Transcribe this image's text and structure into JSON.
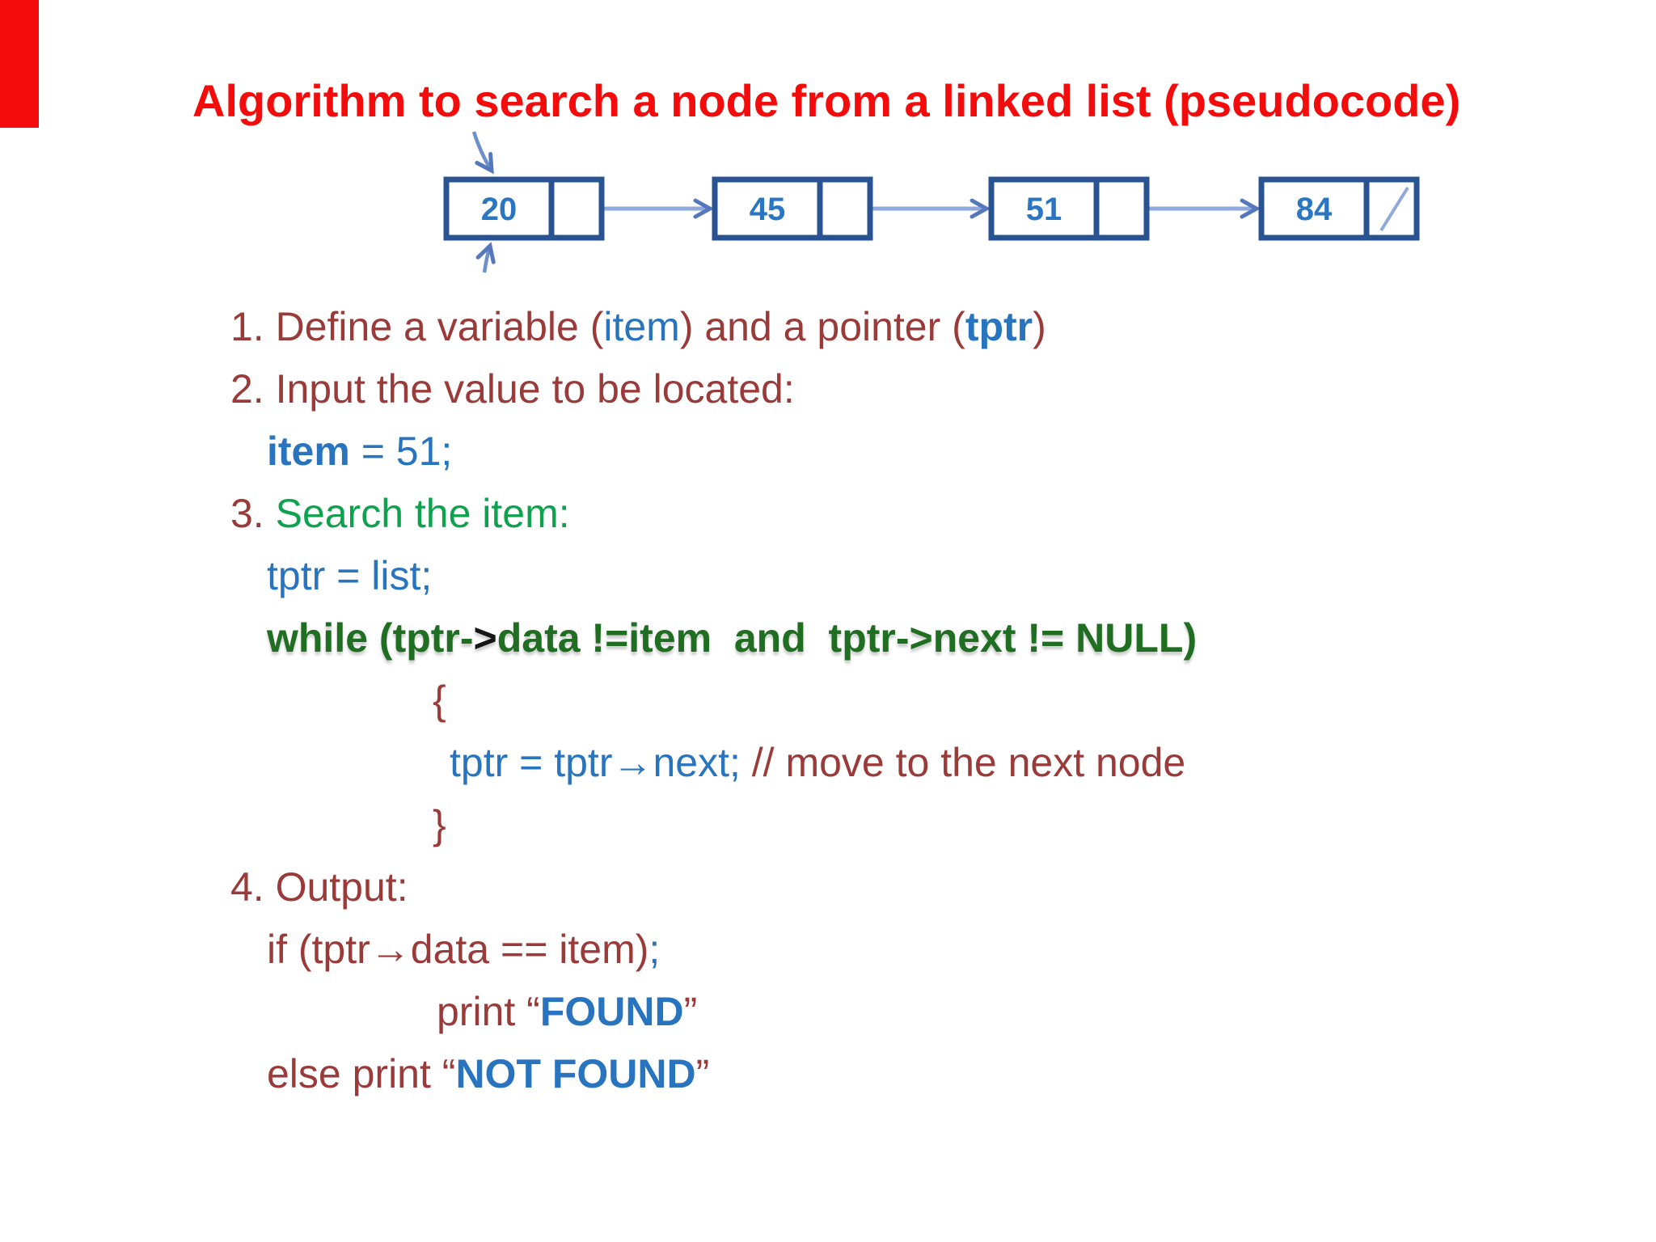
{
  "title": {
    "text": "Algorithm to search a node from a linked list (pseudocode)",
    "color": "#f40b0b"
  },
  "corner_mark": {
    "color": "#f40b0b"
  },
  "diagram": {
    "nodes": [
      {
        "value": "20",
        "is_null": false
      },
      {
        "value": "45",
        "is_null": false
      },
      {
        "value": "51",
        "is_null": false
      },
      {
        "value": "84",
        "is_null": true
      }
    ],
    "colors": {
      "node_border": "#2a5391",
      "node_value": "#2b76c2",
      "arrow_shaft": "#8fa9dc",
      "arrow_head": "#5578bd",
      "pointer_arrow": "#6d8fca"
    }
  },
  "palette": {
    "maroon": "#9a3a39",
    "blue": "#2874be",
    "green": "#0fa24e",
    "dark_green": "#1f6e22",
    "black": "#161616"
  },
  "code": {
    "lines": [
      {
        "segments": [
          {
            "t": "1. Define a variable (",
            "c": "maroon"
          },
          {
            "t": "item",
            "c": "blue"
          },
          {
            "t": ") and a pointer (",
            "c": "maroon"
          },
          {
            "t": "tptr",
            "c": "blue",
            "b": true
          },
          {
            "t": ")",
            "c": "maroon"
          }
        ]
      },
      {
        "segments": [
          {
            "t": "2. Input the value to be located:",
            "c": "maroon"
          }
        ]
      },
      {
        "segments": [
          {
            "t": "item",
            "c": "blue",
            "b": true
          },
          {
            "t": " = 51;",
            "c": "blue"
          }
        ]
      },
      {
        "segments": [
          {
            "t": "3. ",
            "c": "maroon"
          },
          {
            "t": "Search the item:",
            "c": "green"
          }
        ]
      },
      {
        "segments": [
          {
            "t": "tptr = list;",
            "c": "blue"
          }
        ]
      },
      {
        "segments": [
          {
            "t": "while (tptr-",
            "c": "dark_green",
            "b": true
          },
          {
            "t": ">",
            "c": "black",
            "b": true
          },
          {
            "t": "data !=item  and  tptr->next != NULL)",
            "c": "dark_green",
            "b": true
          }
        ]
      },
      {
        "segments": [
          {
            "t": "{",
            "c": "maroon"
          }
        ]
      },
      {
        "segments": [
          {
            "t": "tptr = tptr→next; ",
            "c": "blue"
          },
          {
            "t": "// move to the next node",
            "c": "maroon"
          }
        ]
      },
      {
        "segments": [
          {
            "t": "}",
            "c": "maroon"
          }
        ]
      },
      {
        "segments": [
          {
            "t": "4. Output:",
            "c": "maroon"
          }
        ]
      },
      {
        "segments": [
          {
            "t": "if (tptr→data == item)",
            "c": "maroon"
          },
          {
            "t": ";",
            "c": "blue"
          }
        ]
      },
      {
        "segments": [
          {
            "t": "print “",
            "c": "maroon"
          },
          {
            "t": "FOUND",
            "c": "blue",
            "b": true
          },
          {
            "t": "”",
            "c": "maroon"
          }
        ]
      },
      {
        "segments": [
          {
            "t": "else print “",
            "c": "maroon"
          },
          {
            "t": "NOT FOUND",
            "c": "blue",
            "b": true
          },
          {
            "t": "”",
            "c": "maroon"
          }
        ]
      }
    ]
  }
}
